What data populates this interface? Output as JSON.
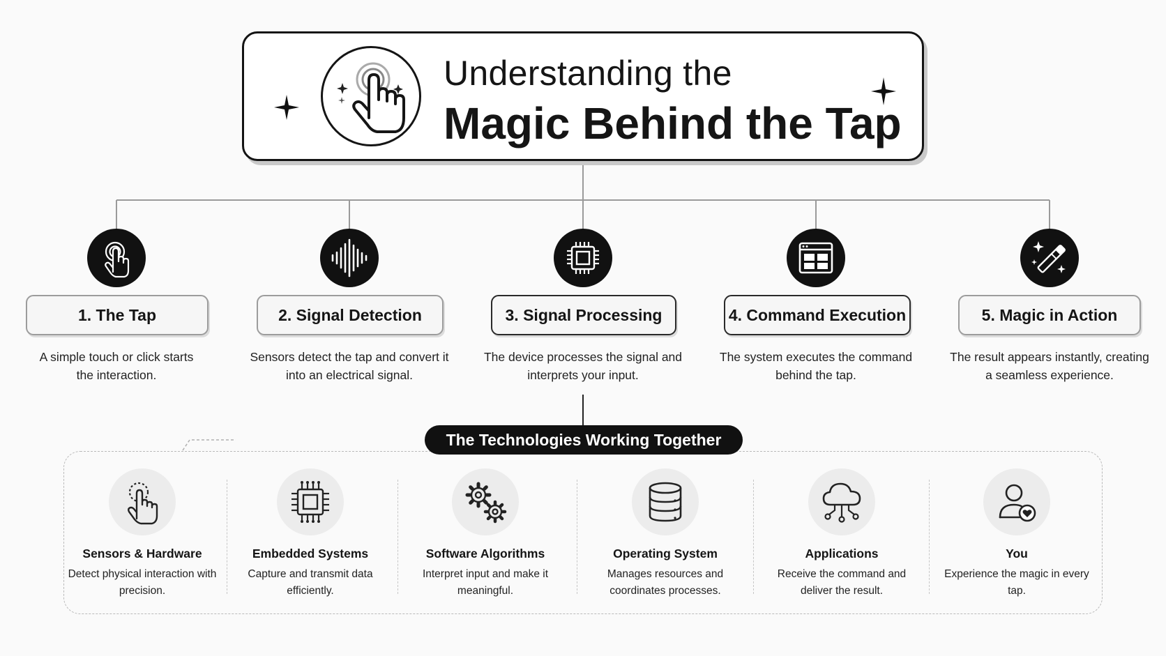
{
  "header": {
    "title_line1": "Understanding the",
    "title_line2": "Magic Behind the Tap",
    "icon": "tap-hand-icon"
  },
  "steps": [
    {
      "icon": "tap-icon",
      "label": "1. The Tap",
      "description": "A simple touch or click starts the interaction."
    },
    {
      "icon": "sound-wave-icon",
      "label": "2. Signal Detection",
      "description": "Sensors detect the tap and convert it into an electrical signal."
    },
    {
      "icon": "processor-chip-icon",
      "label": "3. Signal Processing",
      "description": "The device processes the signal and interprets your input."
    },
    {
      "icon": "app-window-icon",
      "label": "4. Command Execution",
      "description": "The system executes the command behind the tap."
    },
    {
      "icon": "magic-wand-icon",
      "label": "5. Magic in Action",
      "description": "The result appears instantly, creating a seamless experience."
    }
  ],
  "technologies": {
    "title": "The Technologies Working Together",
    "items": [
      {
        "icon": "tap-sensor-icon",
        "title": "Sensors & Hardware",
        "description": "Detect physical interaction with precision."
      },
      {
        "icon": "chip-icon",
        "title": "Embedded Systems",
        "description": "Capture and transmit data efficiently."
      },
      {
        "icon": "gears-icon",
        "title": "Software Algorithms",
        "description": "Interpret input and make it meaningful."
      },
      {
        "icon": "database-icon",
        "title": "Operating System",
        "description": "Manages resources and coordinates processes."
      },
      {
        "icon": "cloud-network-icon",
        "title": "Applications",
        "description": "Receive the command and deliver the result."
      },
      {
        "icon": "user-heart-icon",
        "title": "You",
        "description": "Experience the magic in every tap."
      }
    ]
  },
  "colors": {
    "ink": "#111111",
    "background": "#fafafa",
    "border_light": "#9c9c9c",
    "icon_circle_light": "#ececec"
  }
}
